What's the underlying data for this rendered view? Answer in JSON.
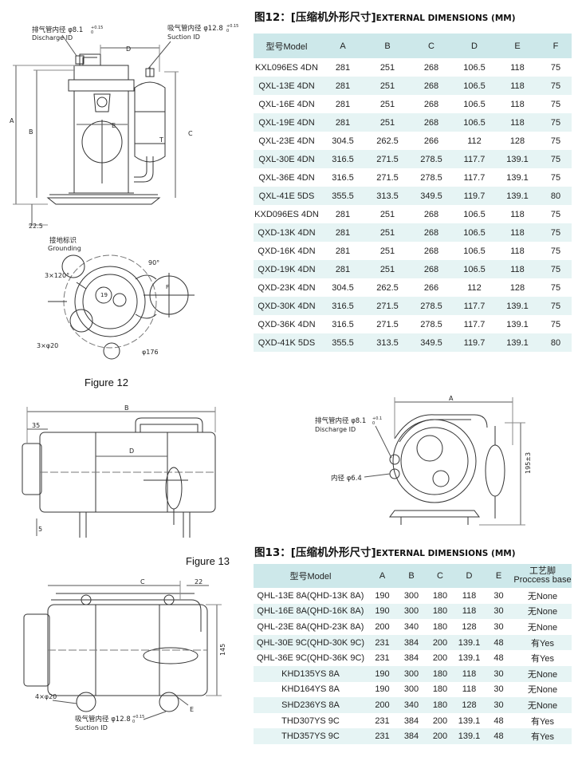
{
  "fig12_drawing": {
    "discharge_cn": "排气管内径 φ8.1",
    "discharge_tol": "+0.15",
    "discharge_tol2": "0",
    "discharge_en": "Discharge ID",
    "suction_cn": "吸气管内径 φ12.8",
    "suction_tol": "+0.15",
    "suction_tol2": "0",
    "suction_en": "Suction ID",
    "dim_A": "A",
    "dim_B": "B",
    "dim_C": "C",
    "dim_D": "D",
    "dim_E": "E",
    "dim_F": "F",
    "dim_T": "T",
    "dim_225": "22.5",
    "ground_cn": "接地标识",
    "ground_en": "Grounding",
    "angle_90": "90°",
    "angle_3x120": "3×120°",
    "hole_3x20": "3×φ20",
    "dia_176": "φ176",
    "val_19": "19"
  },
  "fig12_label": "Figure 12",
  "fig13_label": "Figure 13",
  "fig13_side": {
    "dim_B": "B",
    "dim_35": "35",
    "dim_D": "D",
    "dim_5": "5"
  },
  "fig13_end": {
    "dim_A": "A",
    "discharge_cn": "排气管内径 φ8.1",
    "discharge_tol": "+0.1",
    "discharge_tol2": "0",
    "discharge_en": "Discharge ID",
    "inner_dia": "内径 φ6.4",
    "dim_195": "195±3"
  },
  "fig13_bottom": {
    "dim_C": "C",
    "dim_22": "22",
    "dim_145": "145",
    "dim_E": "E",
    "hole_4x20": "4×φ20",
    "suction_cn": "吸气管内径 φ12.8",
    "suction_tol": "+0.15",
    "suction_tol2": "0",
    "suction_en": "Suction ID"
  },
  "table12": {
    "title_cn": "图12：[压缩机外形尺寸]",
    "title_en": "EXTERNAL DIMENSIONS (MM)",
    "headers": [
      "型号Model",
      "A",
      "B",
      "C",
      "D",
      "E",
      "F"
    ],
    "rows": [
      [
        "KXL096ES 4DN",
        "281",
        "251",
        "268",
        "106.5",
        "118",
        "75"
      ],
      [
        "QXL-13E 4DN",
        "281",
        "251",
        "268",
        "106.5",
        "118",
        "75"
      ],
      [
        "QXL-16E 4DN",
        "281",
        "251",
        "268",
        "106.5",
        "118",
        "75"
      ],
      [
        "QXL-19E 4DN",
        "281",
        "251",
        "268",
        "106.5",
        "118",
        "75"
      ],
      [
        "QXL-23E 4DN",
        "304.5",
        "262.5",
        "266",
        "112",
        "128",
        "75"
      ],
      [
        "QXL-30E 4DN",
        "316.5",
        "271.5",
        "278.5",
        "117.7",
        "139.1",
        "75"
      ],
      [
        "QXL-36E 4DN",
        "316.5",
        "271.5",
        "278.5",
        "117.7",
        "139.1",
        "75"
      ],
      [
        "QXL-41E 5DS",
        "355.5",
        "313.5",
        "349.5",
        "119.7",
        "139.1",
        "80"
      ],
      [
        "KXD096ES 4DN",
        "281",
        "251",
        "268",
        "106.5",
        "118",
        "75"
      ],
      [
        "QXD-13K 4DN",
        "281",
        "251",
        "268",
        "106.5",
        "118",
        "75"
      ],
      [
        "QXD-16K 4DN",
        "281",
        "251",
        "268",
        "106.5",
        "118",
        "75"
      ],
      [
        "QXD-19K 4DN",
        "281",
        "251",
        "268",
        "106.5",
        "118",
        "75"
      ],
      [
        "QXD-23K 4DN",
        "304.5",
        "262.5",
        "266",
        "112",
        "128",
        "75"
      ],
      [
        "QXD-30K 4DN",
        "316.5",
        "271.5",
        "278.5",
        "117.7",
        "139.1",
        "75"
      ],
      [
        "QXD-36K 4DN",
        "316.5",
        "271.5",
        "278.5",
        "117.7",
        "139.1",
        "75"
      ],
      [
        "QXD-41K 5DS",
        "355.5",
        "313.5",
        "349.5",
        "119.7",
        "139.1",
        "80"
      ]
    ]
  },
  "table13": {
    "title_cn": "图13：[压缩机外形尺寸]",
    "title_en": "EXTERNAL DIMENSIONS (MM)",
    "headers": [
      "型号Model",
      "A",
      "B",
      "C",
      "D",
      "E",
      "工艺脚"
    ],
    "header_sub": "Proccess base",
    "rows": [
      [
        "QHL-13E 8A(QHD-13K 8A)",
        "190",
        "300",
        "180",
        "118",
        "30",
        "无None"
      ],
      [
        "QHL-16E 8A(QHD-16K 8A)",
        "190",
        "300",
        "180",
        "118",
        "30",
        "无None"
      ],
      [
        "QHL-23E 8A(QHD-23K 8A)",
        "200",
        "340",
        "180",
        "128",
        "30",
        "无None"
      ],
      [
        "QHL-30E 9C(QHD-30K 9C)",
        "231",
        "384",
        "200",
        "139.1",
        "48",
        "有Yes"
      ],
      [
        "QHL-36E 9C(QHD-36K 9C)",
        "231",
        "384",
        "200",
        "139.1",
        "48",
        "有Yes"
      ],
      [
        "KHD135YS 8A",
        "190",
        "300",
        "180",
        "118",
        "30",
        "无None"
      ],
      [
        "KHD164YS 8A",
        "190",
        "300",
        "180",
        "118",
        "30",
        "无None"
      ],
      [
        "SHD236YS 8A",
        "200",
        "340",
        "180",
        "128",
        "30",
        "无None"
      ],
      [
        "THD307YS 9C",
        "231",
        "384",
        "200",
        "139.1",
        "48",
        "有Yes"
      ],
      [
        "THD357YS 9C",
        "231",
        "384",
        "200",
        "139.1",
        "48",
        "有Yes"
      ]
    ]
  }
}
